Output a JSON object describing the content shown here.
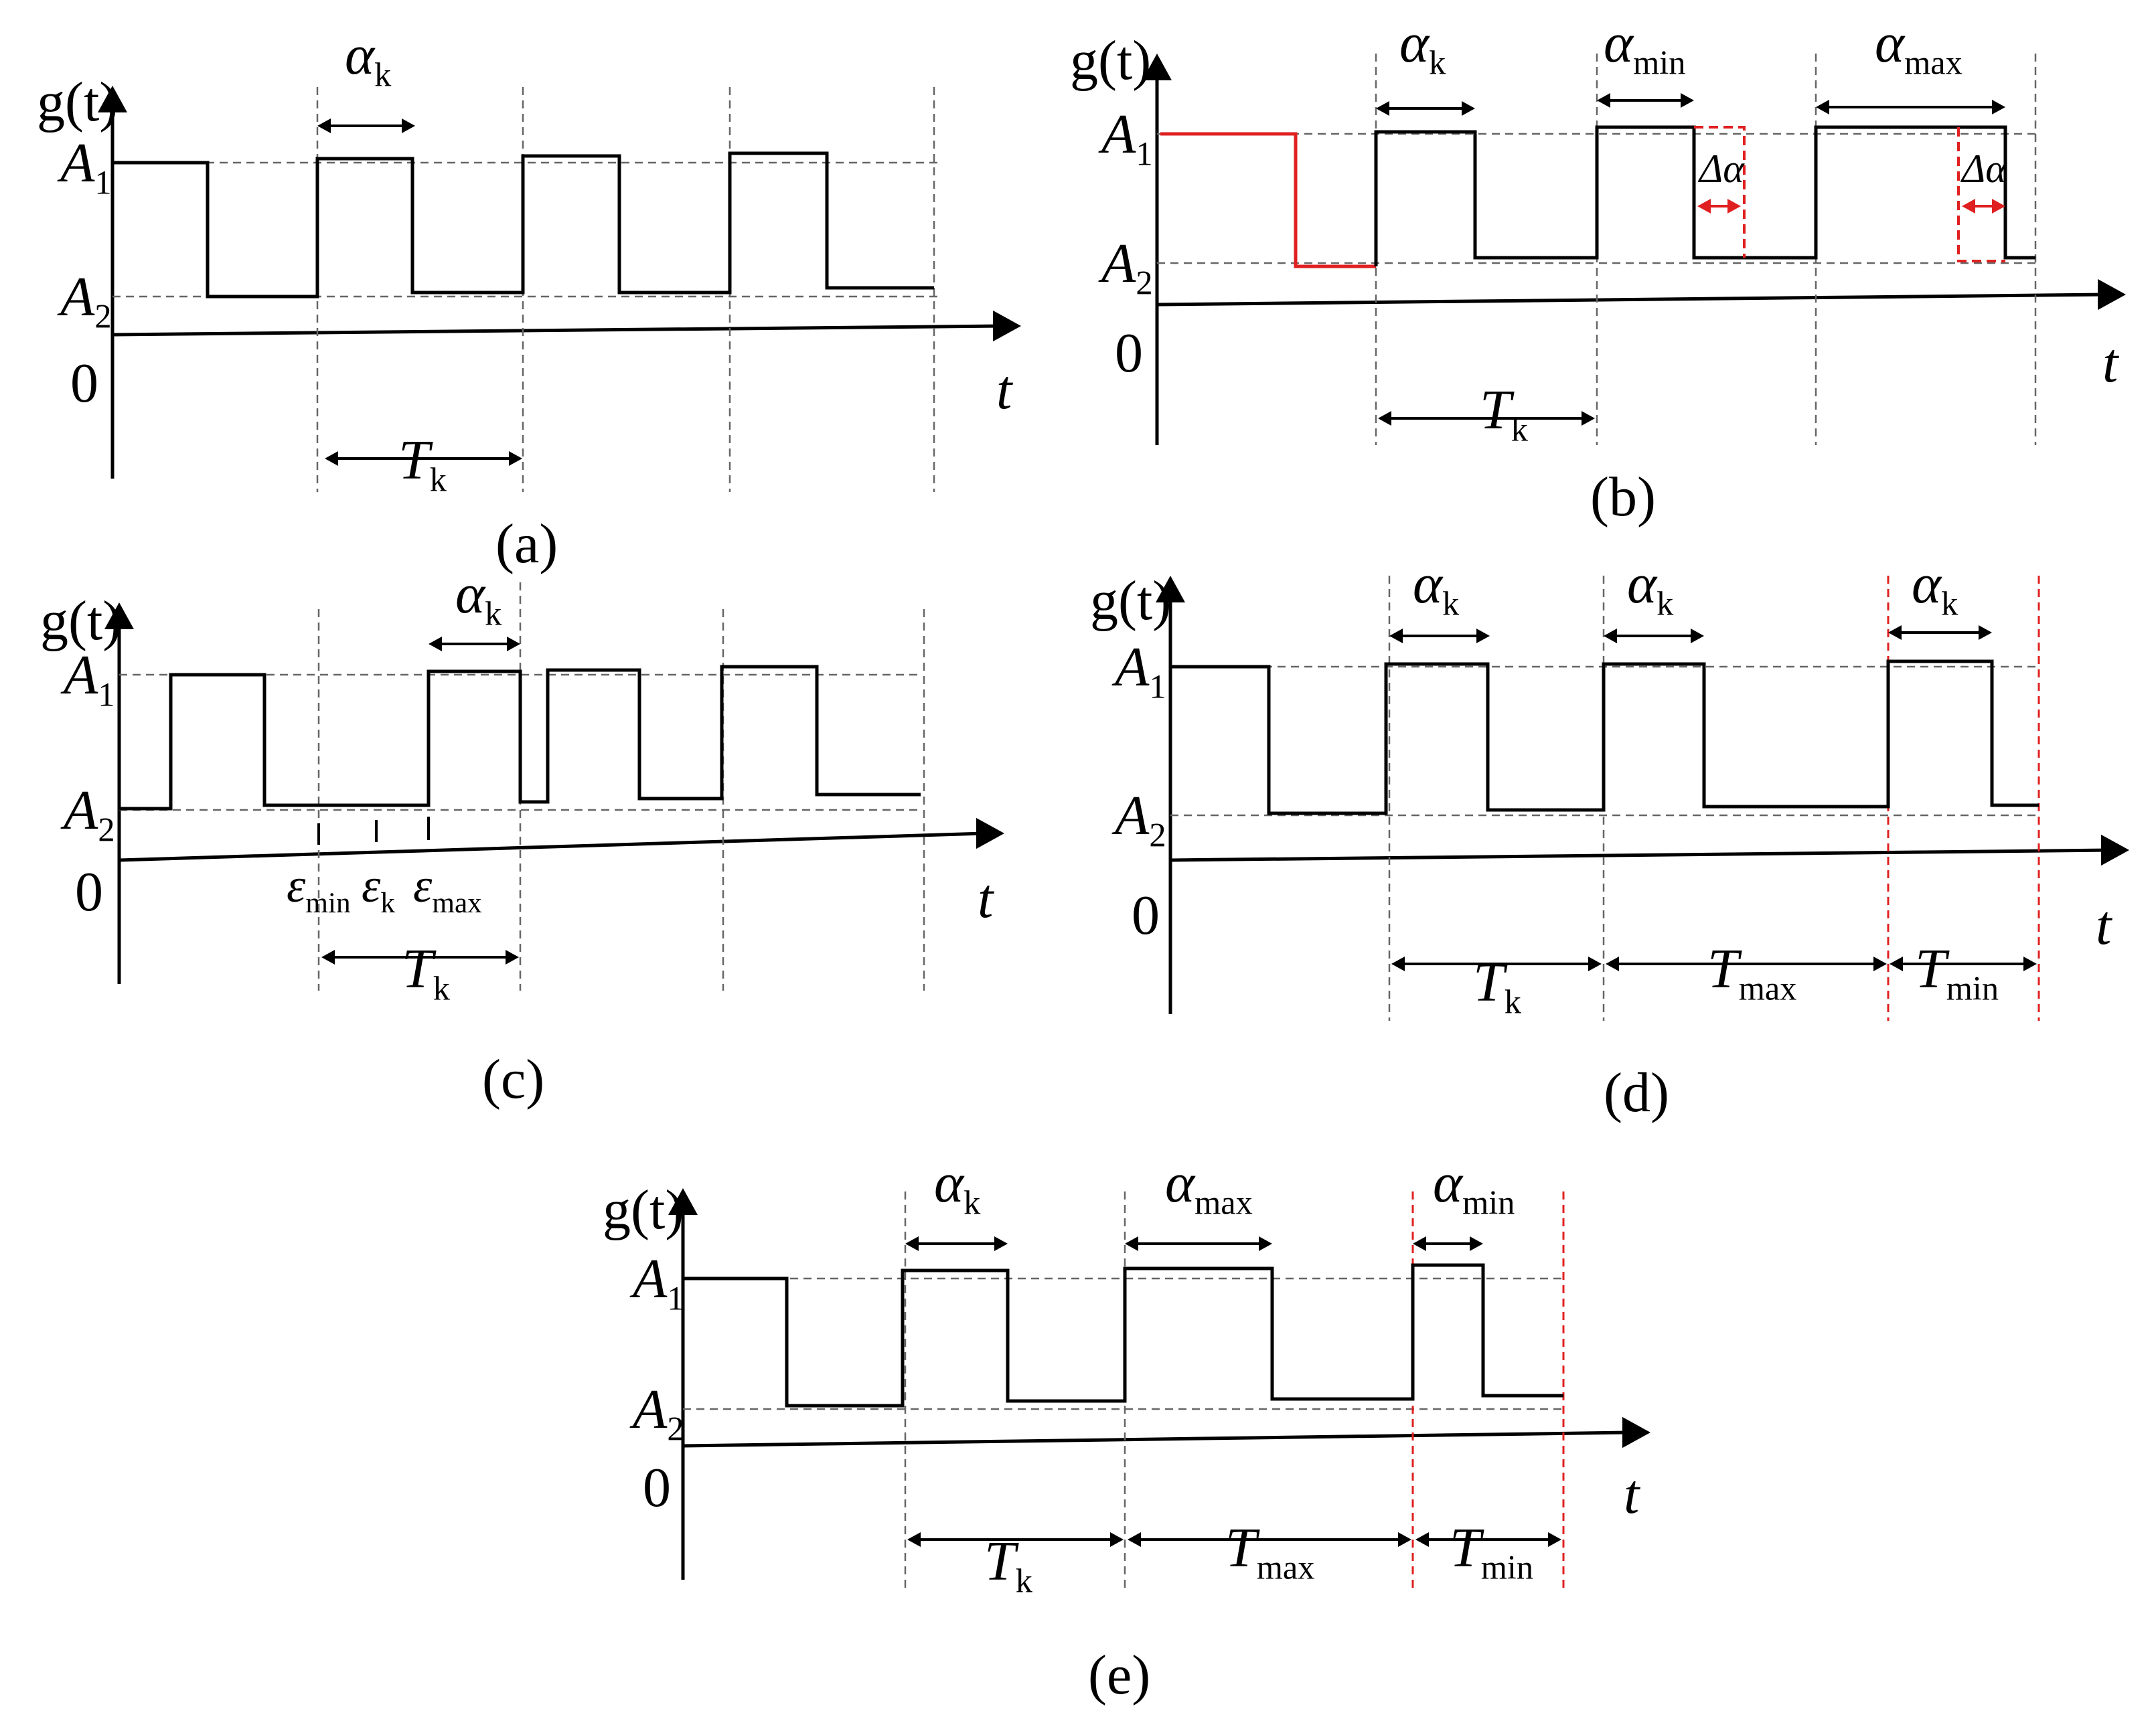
{
  "colors": {
    "line": "#000000",
    "dash": "#666666",
    "highlight": "#e02020"
  },
  "panels": [
    {
      "id": "a",
      "caption": "(a)",
      "yaxis_label": "g(t)",
      "origin_label": "0",
      "xaxis_label": "t",
      "level_labels": [
        {
          "base": "A",
          "sub": "1"
        },
        {
          "base": "A",
          "sub": "2"
        }
      ],
      "annotations": [
        {
          "kind": "alpha",
          "base": "α",
          "sub": "k"
        },
        {
          "kind": "period",
          "base": "T",
          "sub": "k"
        }
      ]
    },
    {
      "id": "b",
      "caption": "(b)",
      "yaxis_label": "g(t)",
      "origin_label": "0",
      "xaxis_label": "t",
      "level_labels": [
        {
          "base": "A",
          "sub": "1"
        },
        {
          "base": "A",
          "sub": "2"
        }
      ],
      "annotations": [
        {
          "kind": "alpha",
          "base": "α",
          "sub": "k"
        },
        {
          "kind": "alpha",
          "base": "α",
          "sub": "min"
        },
        {
          "kind": "alpha",
          "base": "α",
          "sub": "max"
        },
        {
          "kind": "delta",
          "text": "Δα"
        },
        {
          "kind": "delta",
          "text": "Δα"
        },
        {
          "kind": "period",
          "base": "T",
          "sub": "k"
        }
      ]
    },
    {
      "id": "c",
      "caption": "(c)",
      "yaxis_label": "g(t)",
      "origin_label": "0",
      "xaxis_label": "t",
      "level_labels": [
        {
          "base": "A",
          "sub": "1"
        },
        {
          "base": "A",
          "sub": "2"
        }
      ],
      "annotations": [
        {
          "kind": "alpha",
          "base": "α",
          "sub": "k"
        },
        {
          "kind": "epsilon",
          "base": "ε",
          "sub": "min"
        },
        {
          "kind": "epsilon",
          "base": "ε",
          "sub": "k"
        },
        {
          "kind": "epsilon",
          "base": "ε",
          "sub": "max"
        },
        {
          "kind": "period",
          "base": "T",
          "sub": "k"
        }
      ]
    },
    {
      "id": "d",
      "caption": "(d)",
      "yaxis_label": "g(t)",
      "origin_label": "0",
      "xaxis_label": "t",
      "level_labels": [
        {
          "base": "A",
          "sub": "1"
        },
        {
          "base": "A",
          "sub": "2"
        }
      ],
      "annotations": [
        {
          "kind": "alpha",
          "base": "α",
          "sub": "k"
        },
        {
          "kind": "alpha",
          "base": "α",
          "sub": "k"
        },
        {
          "kind": "alpha",
          "base": "α",
          "sub": "k"
        },
        {
          "kind": "period",
          "base": "T",
          "sub": "k"
        },
        {
          "kind": "period",
          "base": "T",
          "sub": "max"
        },
        {
          "kind": "period",
          "base": "T",
          "sub": "min"
        }
      ]
    },
    {
      "id": "e",
      "caption": "(e)",
      "yaxis_label": "g(t)",
      "origin_label": "0",
      "xaxis_label": "t",
      "level_labels": [
        {
          "base": "A",
          "sub": "1"
        },
        {
          "base": "A",
          "sub": "2"
        }
      ],
      "annotations": [
        {
          "kind": "alpha",
          "base": "α",
          "sub": "k"
        },
        {
          "kind": "alpha",
          "base": "α",
          "sub": "max"
        },
        {
          "kind": "alpha",
          "base": "α",
          "sub": "min"
        },
        {
          "kind": "period",
          "base": "T",
          "sub": "k"
        },
        {
          "kind": "period",
          "base": "T",
          "sub": "max"
        },
        {
          "kind": "period",
          "base": "T",
          "sub": "min"
        }
      ]
    }
  ]
}
